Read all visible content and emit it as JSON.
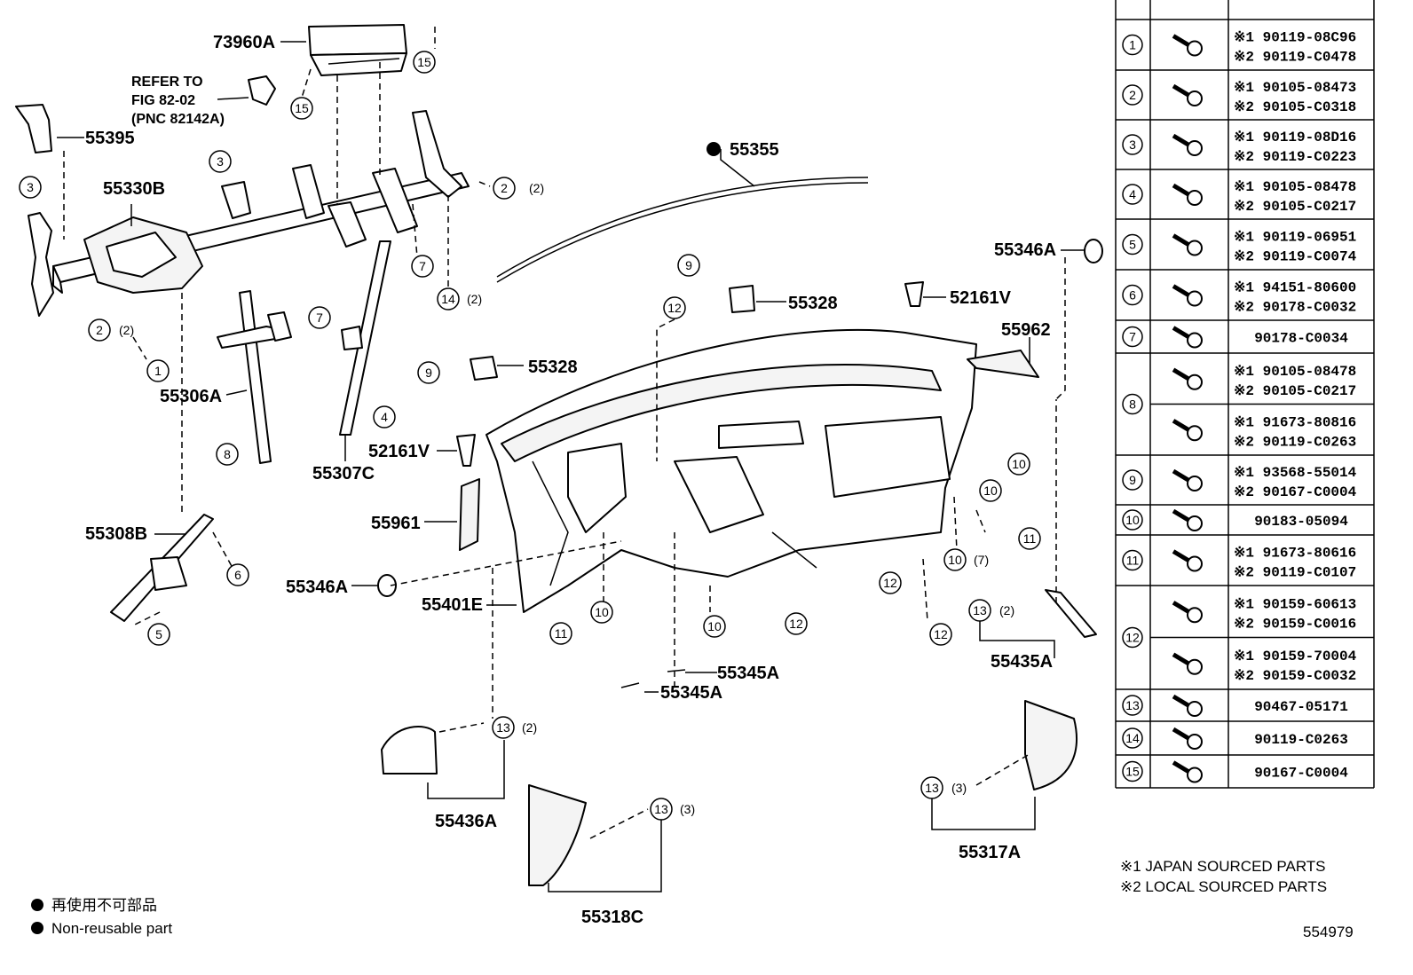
{
  "diagram": {
    "part_labels": {
      "p73960A": "73960A",
      "refer1": "REFER  TO",
      "refer2": "FIG  82-02",
      "refer3": "(PNC  82142A)",
      "p55395": "55395",
      "p55330B": "55330B",
      "p55355": "55355",
      "p55346A_top": "55346A",
      "p52161V_top": "52161V",
      "p55328_top": "55328",
      "p55962": "55962",
      "p55328_mid": "55328",
      "p52161V_mid": "52161V",
      "p55306A": "55306A",
      "p55307C": "55307C",
      "p55961": "55961",
      "p55346A_mid": "55346A",
      "p55401E": "55401E",
      "p55308B": "55308B",
      "p55345A_1": "55345A",
      "p55345A_2": "55345A",
      "p55435A": "55435A",
      "p55436A": "55436A",
      "p55318C": "55318C",
      "p55317A": "55317A"
    },
    "callouts": {
      "c15a": "15",
      "c15b": "15",
      "c3a": "3",
      "c3b": "3",
      "c2a": "2",
      "c2b": "2",
      "c7a": "7",
      "c7b": "7",
      "c14": "14",
      "c1": "1",
      "c9a": "9",
      "c9b": "9",
      "c12a": "12",
      "c8": "8",
      "c4": "4",
      "c10a": "10",
      "c10b": "10",
      "c11a": "11",
      "c10c": "10",
      "c12b": "12",
      "c6": "6",
      "c10d": "10",
      "c11b": "11",
      "c5": "5",
      "c10e": "10",
      "c12c": "12",
      "c12d": "12",
      "c13a": "13",
      "c13b": "13",
      "c13c": "13",
      "c13d": "13"
    },
    "quantities": {
      "q2a": "(2)",
      "q2b": "(2)",
      "q14": "(2)",
      "q10": "(7)",
      "q13a": "(2)",
      "q13b": "(2)",
      "q13c": "(3)",
      "q13d": "(3)"
    },
    "notes": {
      "japan": "※1  JAPAN SOURCED PARTS",
      "local": "※2  LOCAL SOURCED PARTS",
      "nonreuse_jp": "再使用不可部品",
      "nonreuse_en": "Non-reusable part",
      "figure_id": "554979"
    }
  },
  "fastener_table": {
    "rows": [
      {
        "ref": "1",
        "codes": [
          "※1 90119-08C96",
          "※2 90119-C0478"
        ]
      },
      {
        "ref": "2",
        "codes": [
          "※1 90105-08473",
          "※2 90105-C0318"
        ]
      },
      {
        "ref": "3",
        "codes": [
          "※1 90119-08D16",
          "※2 90119-C0223"
        ]
      },
      {
        "ref": "4",
        "codes": [
          "※1 90105-08478",
          "※2 90105-C0217"
        ]
      },
      {
        "ref": "5",
        "codes": [
          "※1 90119-06951",
          "※2 90119-C0074"
        ]
      },
      {
        "ref": "6",
        "codes": [
          "※1 94151-80600",
          "※2 90178-C0032"
        ]
      },
      {
        "ref": "7",
        "codes": [
          "90178-C0034"
        ]
      },
      {
        "ref": "8",
        "codes": [
          "※1 90105-08478",
          "※2 90105-C0217",
          "※1 91673-80816",
          "※2 90119-C0263"
        ]
      },
      {
        "ref": "9",
        "codes": [
          "※1 93568-55014",
          "※2 90167-C0004"
        ]
      },
      {
        "ref": "10",
        "codes": [
          "90183-05094"
        ]
      },
      {
        "ref": "11",
        "codes": [
          "※1 91673-80616",
          "※2 90119-C0107"
        ]
      },
      {
        "ref": "12",
        "codes": [
          "※1 90159-60613",
          "※2 90159-C0016",
          "※1 90159-70004",
          "※2 90159-C0032"
        ]
      },
      {
        "ref": "13",
        "codes": [
          "90467-05171"
        ]
      },
      {
        "ref": "14",
        "codes": [
          "90119-C0263"
        ]
      },
      {
        "ref": "15",
        "codes": [
          "90167-C0004"
        ]
      }
    ]
  }
}
